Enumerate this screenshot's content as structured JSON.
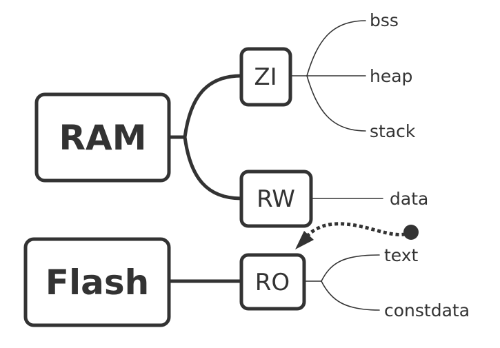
{
  "nodes": {
    "ram": "RAM",
    "flash": "Flash",
    "zi": "ZI",
    "rw": "RW",
    "ro": "RO"
  },
  "leaves": {
    "bss": "bss",
    "heap": "heap",
    "stack": "stack",
    "data": "data",
    "text": "text",
    "constdata": "constdata"
  }
}
